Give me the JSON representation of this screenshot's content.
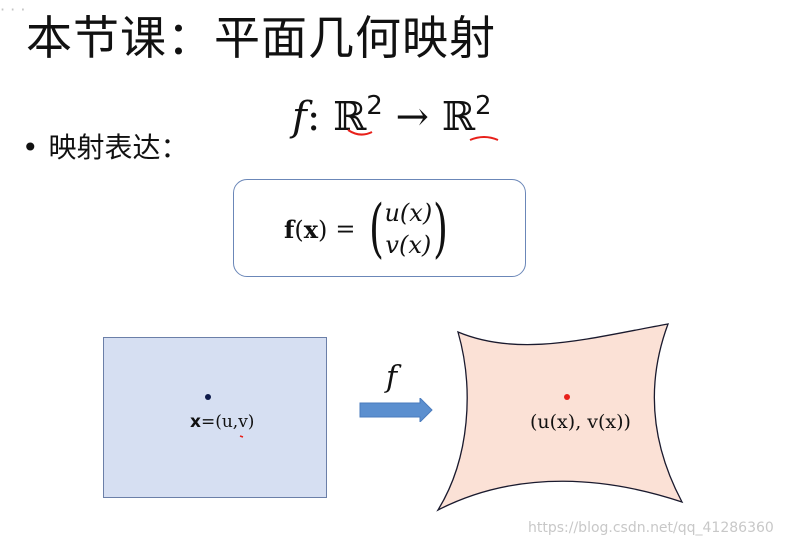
{
  "title": "本节课：平面几何映射",
  "mapping": {
    "func": "f",
    "colon": ":",
    "domain": "ℝ",
    "domain_exp": "2",
    "arrow": "→",
    "codomain": "ℝ",
    "codomain_exp": "2"
  },
  "bullet": {
    "marker": "•",
    "text": "映射表达："
  },
  "formula": {
    "lhs_f": "f",
    "lhs_open": "(",
    "lhs_x": "x",
    "lhs_close": ")",
    "equals": "=",
    "row1": "u(x)",
    "row2": "v(x)"
  },
  "source": {
    "label_x": "x",
    "label_rest": "=(u,v)"
  },
  "arrow_label": "f",
  "target": {
    "label": "(u(x), v(x))"
  },
  "watermark": "https://blog.csdn.net/qq_41286360",
  "colors": {
    "source_fill": "#d6dff2",
    "target_fill": "#fbe1d6",
    "arrow_fill": "#5b8fcf",
    "accent_red": "#e8201a"
  }
}
